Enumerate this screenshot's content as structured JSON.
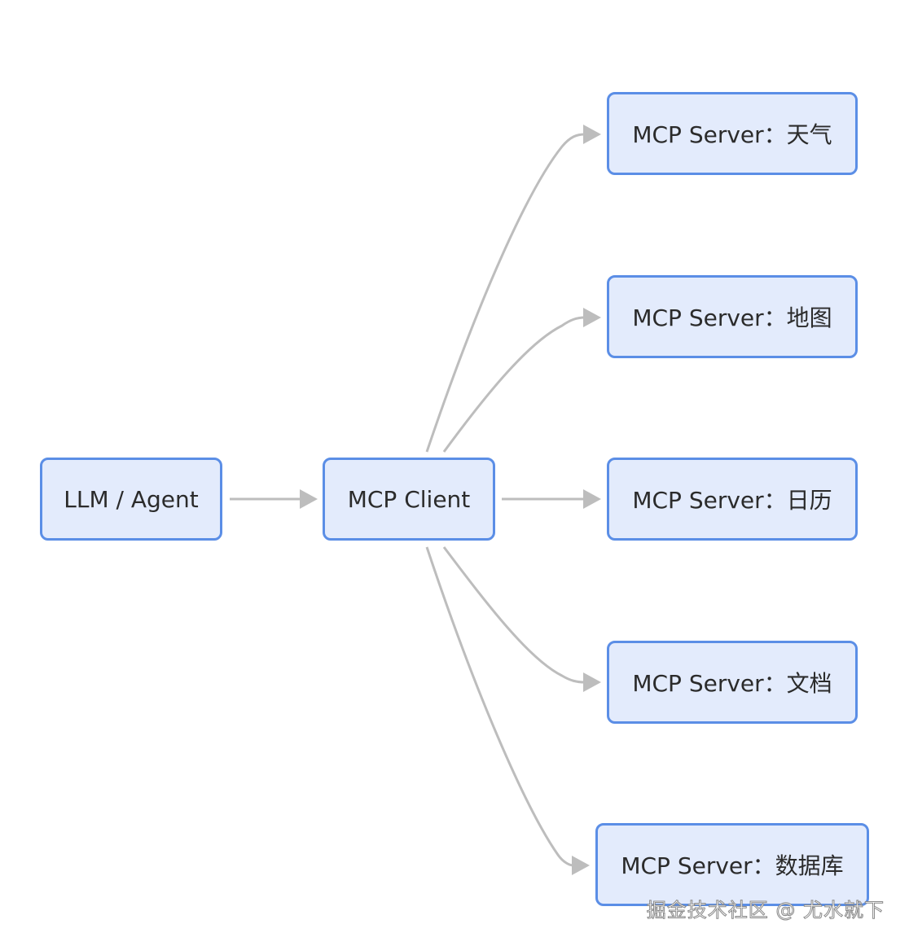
{
  "diagram": {
    "nodes": {
      "llm": "LLM / Agent",
      "client": "MCP Client",
      "weather": "MCP Server：天气",
      "map": "MCP Server：地图",
      "calendar": "MCP Server：日历",
      "docs": "MCP Server：文档",
      "database": "MCP Server：数据库"
    },
    "edges": [
      {
        "from": "llm",
        "to": "client"
      },
      {
        "from": "client",
        "to": "weather"
      },
      {
        "from": "client",
        "to": "map"
      },
      {
        "from": "client",
        "to": "calendar"
      },
      {
        "from": "client",
        "to": "docs"
      },
      {
        "from": "client",
        "to": "database"
      }
    ],
    "colors": {
      "node_fill": "#e3ebfc",
      "node_border": "#5b8ee6",
      "edge": "#bdbdbd"
    }
  },
  "watermark": "掘金技术社区 @ 尤水就下"
}
